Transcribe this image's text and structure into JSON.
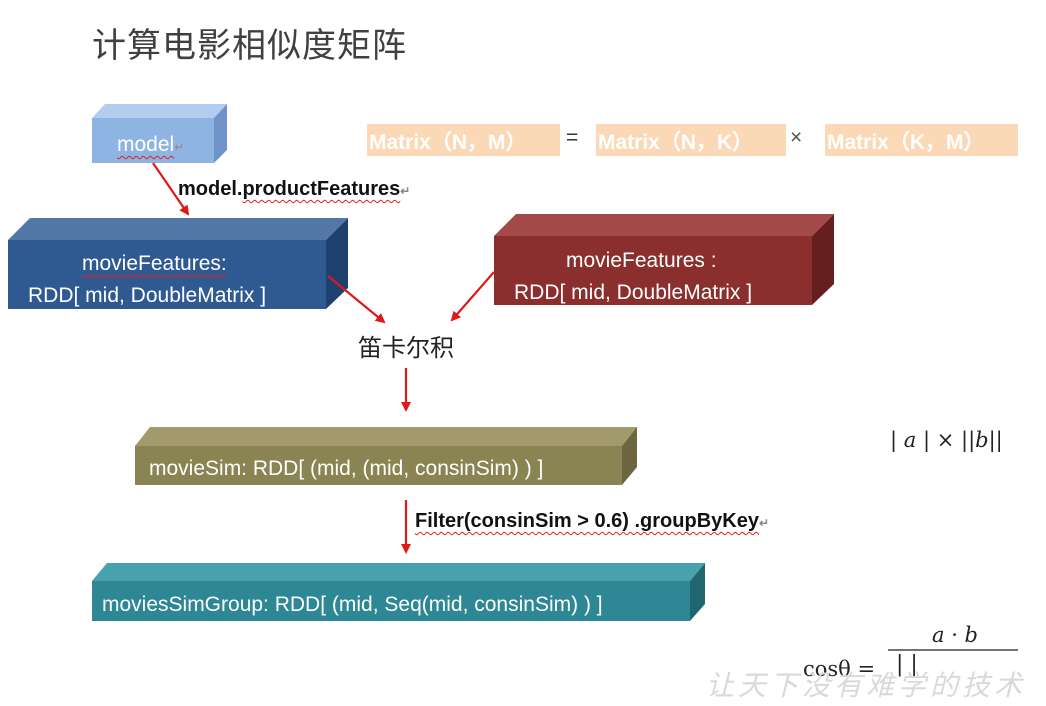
{
  "title": "计算电影相似度矩阵",
  "model_box": {
    "label": "model"
  },
  "product_features_label": {
    "prefix": "model.",
    "name": "productFeatures"
  },
  "movie_features_left": {
    "line1": "movieFeatures:",
    "line2": "RDD[ mid, DoubleMatrix ]"
  },
  "movie_features_right": {
    "line1": "movieFeatures :",
    "line2": "RDD[ mid, DoubleMatrix ]"
  },
  "cartesian_label": "笛卡尔积",
  "movie_sim_box": {
    "label": "movieSim: RDD[ (mid, (mid, consinSim) ) ]"
  },
  "filter_label": "Filter(consinSim > 0.6) .groupByKey",
  "movies_sim_group_box": {
    "label": "moviesSimGroup: RDD[ (mid, Seq(mid, consinSim) ) ]"
  },
  "matrix_equation": {
    "part1": "Matrix（N，M）",
    "eq": "=",
    "part2": "Matrix（N，K）",
    "times": "×",
    "part3": "Matrix（K，M）"
  },
  "norm_product": {
    "a_part": "| a |",
    "times": "×",
    "b_part": "||b||"
  },
  "cosine": {
    "lhs": "cosθ =",
    "numerator": "a · b",
    "denominator": "|  |"
  },
  "watermark": "让天下没有难学的技术",
  "colors": {
    "model_box": "#8eb4e3",
    "movie_features_left": "#2f5a91",
    "movie_features_right": "#8b2e2e",
    "movie_sim": "#8a8352",
    "movies_sim_group": "#2e8795",
    "arrow": "#e01818",
    "matrix_chip": "#fbd9b6"
  }
}
